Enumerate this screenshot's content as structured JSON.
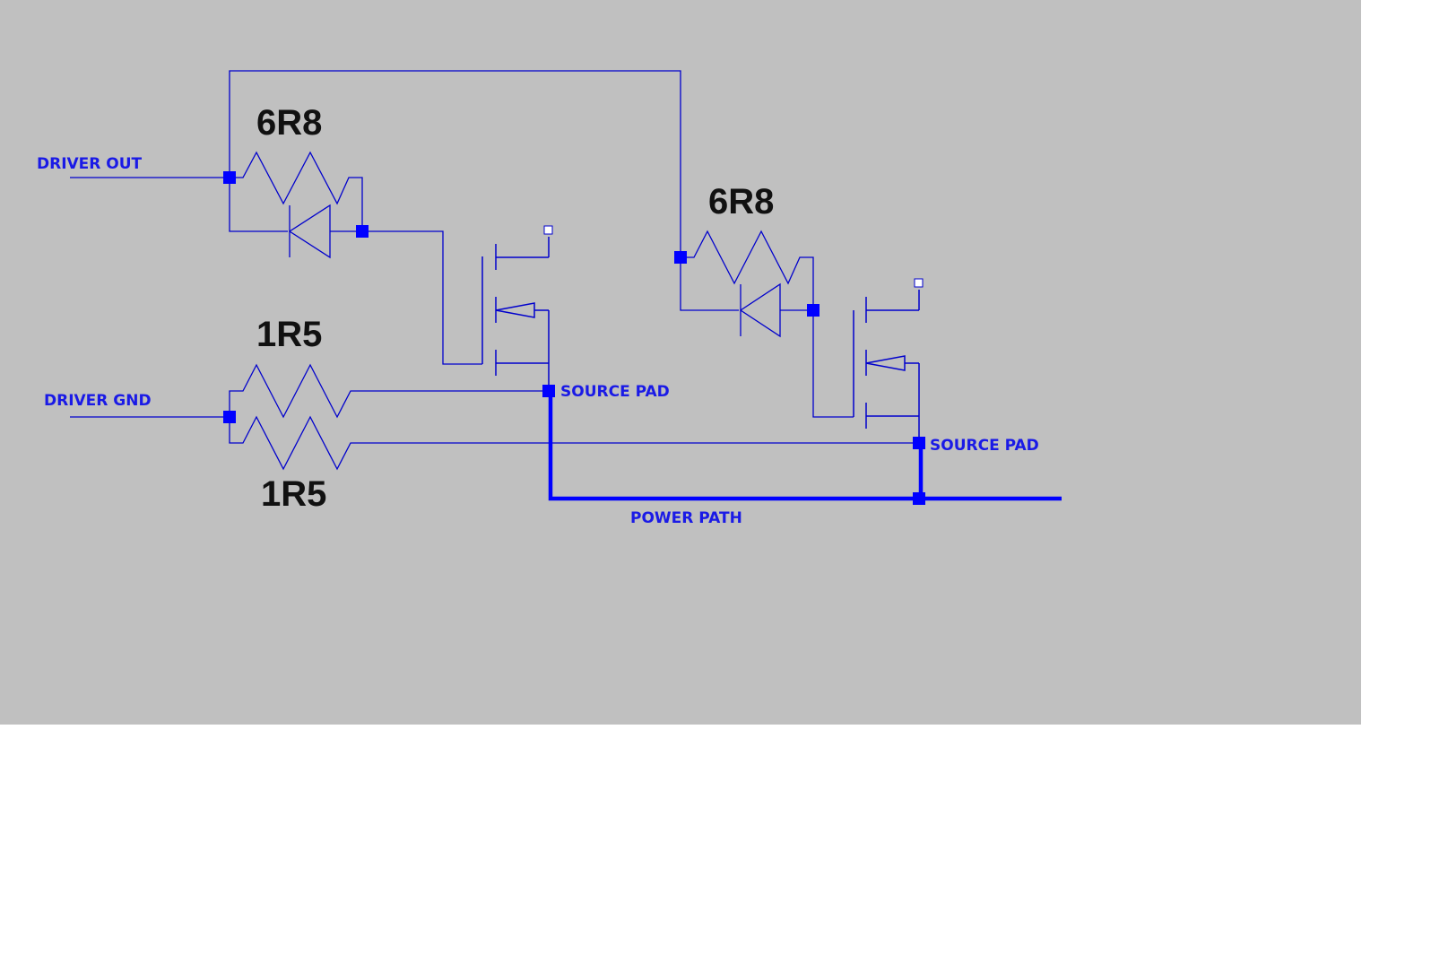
{
  "colors": {
    "background": "#c0c0c0",
    "wire": "#0000cc",
    "node": "#0000ff",
    "label": "#1a1ae6",
    "value_text": "#111111"
  },
  "nets": {
    "driver_out": "DRIVER OUT",
    "driver_gnd": "DRIVER GND",
    "source_pad_1": "SOURCE PAD",
    "source_pad_2": "SOURCE PAD",
    "power_path": "POWER PATH"
  },
  "components": {
    "gate_resistor_1": "6R8",
    "gate_resistor_2": "6R8",
    "kelvin_resistor_1": "1R5",
    "kelvin_resistor_2": "1R5"
  }
}
